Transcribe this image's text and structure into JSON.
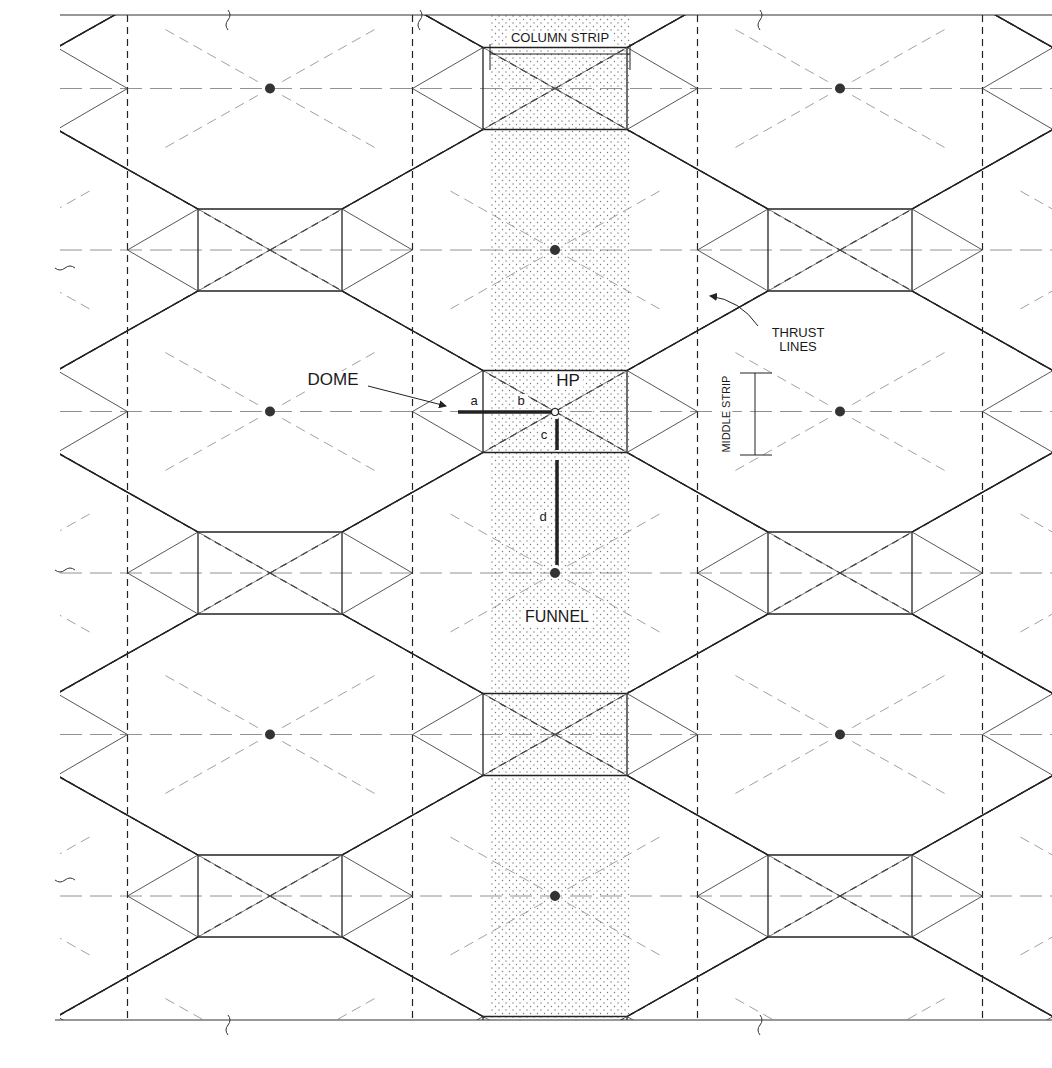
{
  "diagram": {
    "labels": [
      "COLUMN STRIP",
      "THRUST LINES",
      "DOME",
      "HP",
      "MIDDLE STRIP",
      "a",
      "b",
      "c",
      "d",
      "FUNNEL"
    ]
  }
}
